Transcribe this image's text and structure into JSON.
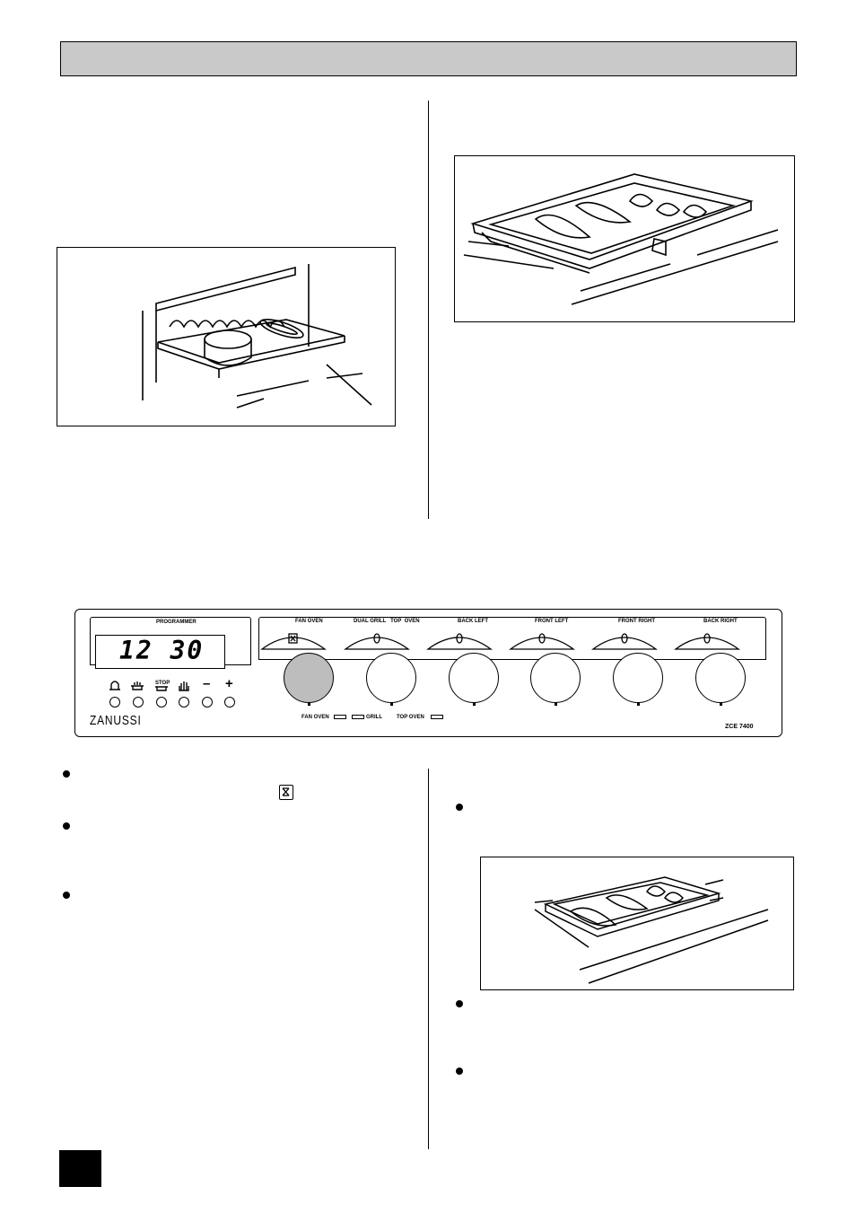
{
  "panel": {
    "programmer_label": "PROGRAMMER",
    "clock": "12 30",
    "brand": "ZANUSSI",
    "model": "ZCE 7400",
    "stop_label": "STOP",
    "minus": "–",
    "plus": "+",
    "fan_oven_indicator": "FAN OVEN",
    "grill_indicator": "GRILL",
    "top_oven_indicator": "TOP OVEN",
    "controls": [
      {
        "label": "FAN OVEN"
      },
      {
        "label": "DUAL GRILL   TOP  OVEN"
      },
      {
        "label": "BACK LEFT"
      },
      {
        "label": "FRONT LEFT"
      },
      {
        "label": "FRONT RIGHT"
      },
      {
        "label": "BACK RIGHT"
      }
    ]
  },
  "icons": {
    "fan": "fan-icon",
    "bell": "bell-icon",
    "pot": "pot-icon",
    "hand": "hand-icon"
  },
  "colors": {
    "header": "#c9c9c9",
    "active_knob": "#bdbdbd"
  }
}
